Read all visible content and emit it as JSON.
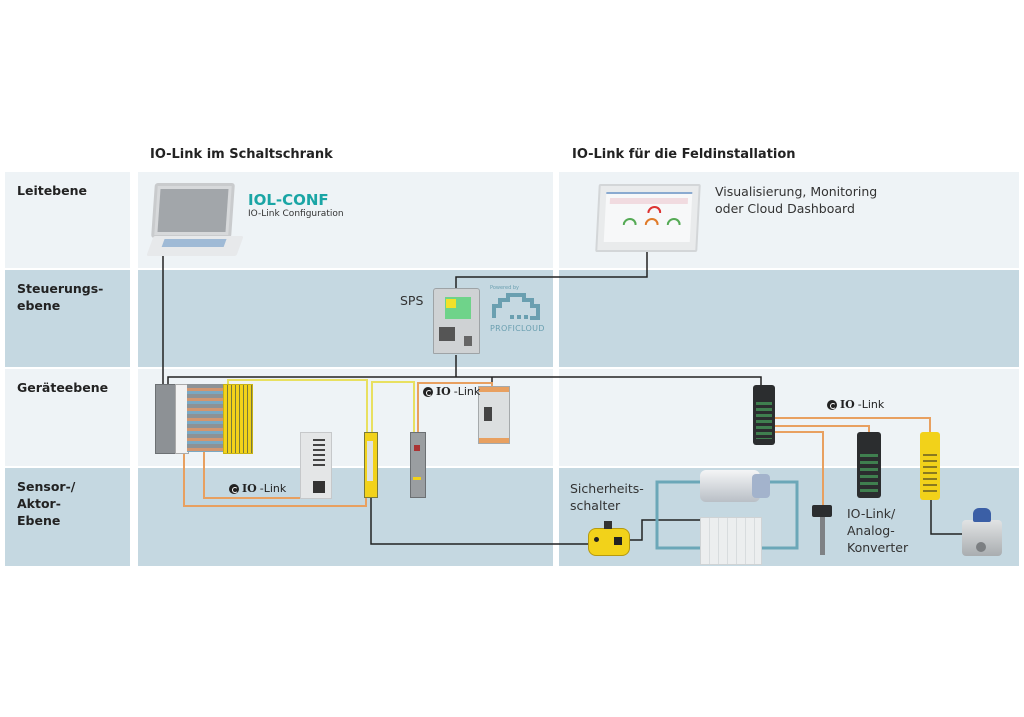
{
  "columns": {
    "left_title": "IO-Link im Schaltschrank",
    "right_title": "IO-Link für die Feldinstallation"
  },
  "levels": [
    {
      "label": "Leitebene"
    },
    {
      "label": "Steuerungs-\nebene"
    },
    {
      "label": "Geräteebene"
    },
    {
      "label": "Sensor-/\nAktor-\nEbene"
    }
  ],
  "software": {
    "name": "IOL-CONF",
    "subtitle": "IO-Link Configuration",
    "accent_color": "#1aa5a5"
  },
  "dashboard": {
    "caption": "Visualisierung, Monitoring\noder Cloud Dashboard"
  },
  "controller": {
    "label": "SPS",
    "cloud_powered_by": "Powered by",
    "cloud_name": "PROFICLOUD"
  },
  "io_link_labels": [
    {
      "text_bold": "IO",
      "text_rest": "-Link"
    },
    {
      "text_bold": "IO",
      "text_rest": "-Link"
    },
    {
      "text_bold": "IO",
      "text_rest": "-Link"
    }
  ],
  "field": {
    "safety_switch_label": "Sicherheits-\nschalter",
    "converter_label": "IO-Link/\nAnalog-\nKonverter"
  },
  "colors": {
    "band_light": "#eef3f6",
    "band_dark": "#c5d8e1",
    "ethernet_wire": "#222222",
    "io_link_wire": "#e8a060",
    "safety_wire": "#e8e060",
    "safety_yellow": "#f2d21a"
  }
}
